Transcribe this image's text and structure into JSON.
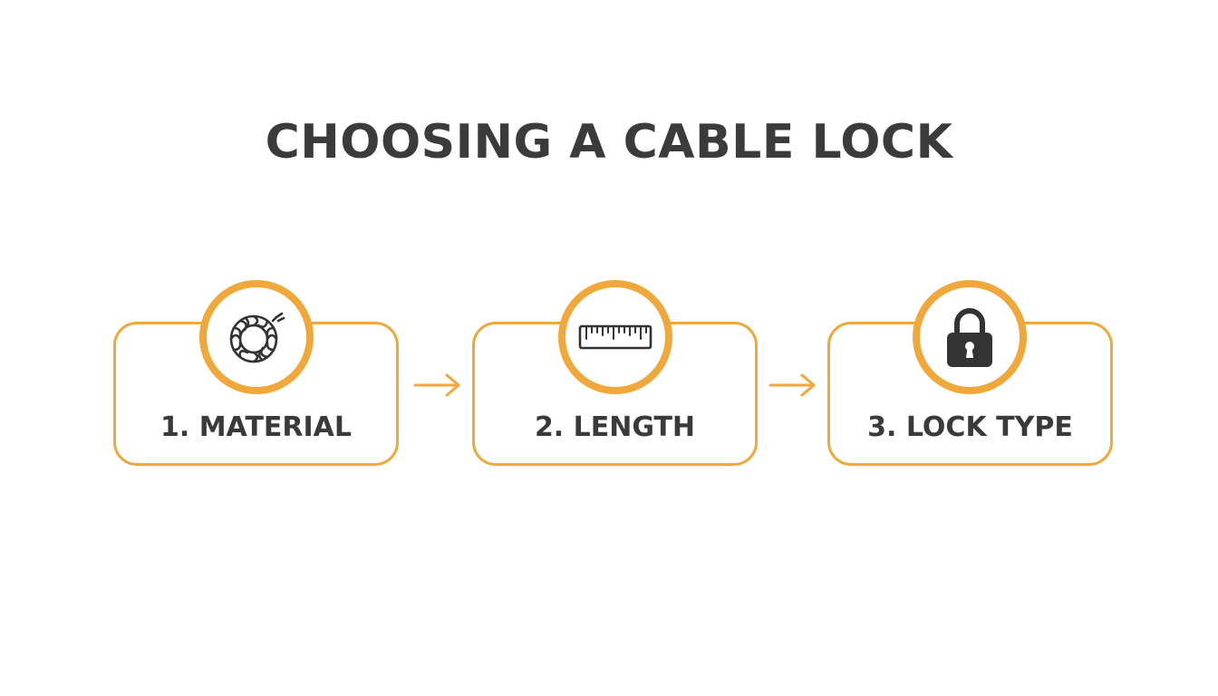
{
  "title": "CHOOSING A CABLE LOCK",
  "colors": {
    "accent": "#f0a83a",
    "text": "#3a3a3a"
  },
  "steps": [
    {
      "label": "1. MATERIAL",
      "icon": "braided-cable-icon"
    },
    {
      "label": "2. LENGTH",
      "icon": "ruler-icon"
    },
    {
      "label": "3. LOCK TYPE",
      "icon": "padlock-icon"
    }
  ]
}
